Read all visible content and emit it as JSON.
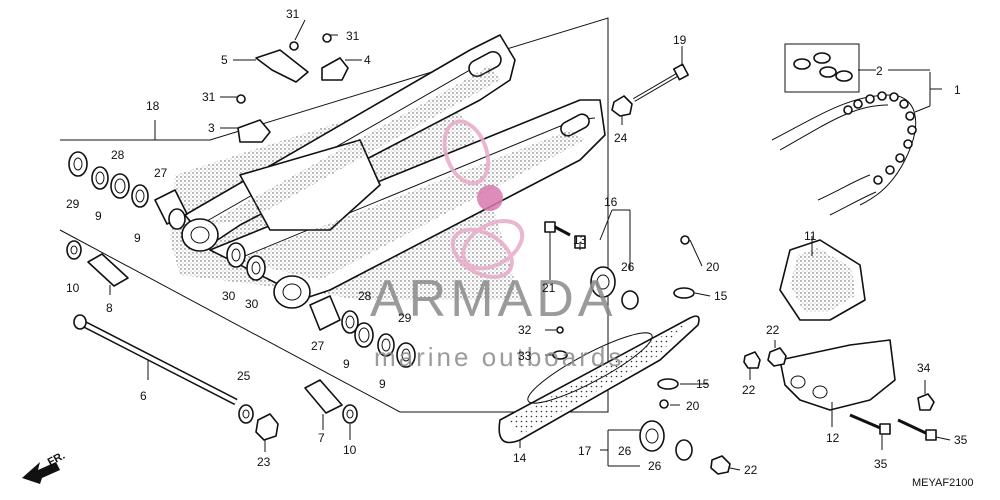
{
  "diagram": {
    "code": "MEYAF2100",
    "direction_label": "FR.",
    "watermark": {
      "brand": "ARMADA",
      "tagline": "marine outboards",
      "colors": {
        "pink": "#e8aac8",
        "deep_pink": "#d97ab0",
        "grey": "#8a8a8a"
      }
    },
    "callouts": [
      {
        "id": "c1",
        "num": "1"
      },
      {
        "id": "c2",
        "num": "2"
      },
      {
        "id": "c3",
        "num": "3"
      },
      {
        "id": "c4",
        "num": "4"
      },
      {
        "id": "c5",
        "num": "5"
      },
      {
        "id": "c6",
        "num": "6"
      },
      {
        "id": "c7",
        "num": "7"
      },
      {
        "id": "c8",
        "num": "8"
      },
      {
        "id": "c9a",
        "num": "9"
      },
      {
        "id": "c9b",
        "num": "9"
      },
      {
        "id": "c9c",
        "num": "9"
      },
      {
        "id": "c9d",
        "num": "9"
      },
      {
        "id": "c10a",
        "num": "10"
      },
      {
        "id": "c10b",
        "num": "10"
      },
      {
        "id": "c11",
        "num": "11"
      },
      {
        "id": "c12",
        "num": "12"
      },
      {
        "id": "c13",
        "num": "13"
      },
      {
        "id": "c14",
        "num": "14"
      },
      {
        "id": "c15a",
        "num": "15"
      },
      {
        "id": "c15b",
        "num": "15"
      },
      {
        "id": "c16",
        "num": "16"
      },
      {
        "id": "c17",
        "num": "17"
      },
      {
        "id": "c18",
        "num": "18"
      },
      {
        "id": "c19",
        "num": "19"
      },
      {
        "id": "c20a",
        "num": "20"
      },
      {
        "id": "c20b",
        "num": "20"
      },
      {
        "id": "c21",
        "num": "21"
      },
      {
        "id": "c22a",
        "num": "22"
      },
      {
        "id": "c22b",
        "num": "22"
      },
      {
        "id": "c22c",
        "num": "22"
      },
      {
        "id": "c23",
        "num": "23"
      },
      {
        "id": "c24",
        "num": "24"
      },
      {
        "id": "c25",
        "num": "25"
      },
      {
        "id": "c26a",
        "num": "26"
      },
      {
        "id": "c26b",
        "num": "26"
      },
      {
        "id": "c26c",
        "num": "26"
      },
      {
        "id": "c27a",
        "num": "27"
      },
      {
        "id": "c27b",
        "num": "27"
      },
      {
        "id": "c28a",
        "num": "28"
      },
      {
        "id": "c28b",
        "num": "28"
      },
      {
        "id": "c29a",
        "num": "29"
      },
      {
        "id": "c29b",
        "num": "29"
      },
      {
        "id": "c30a",
        "num": "30"
      },
      {
        "id": "c30b",
        "num": "30"
      },
      {
        "id": "c31a",
        "num": "31"
      },
      {
        "id": "c31b",
        "num": "31"
      },
      {
        "id": "c31c",
        "num": "31"
      },
      {
        "id": "c32",
        "num": "32"
      },
      {
        "id": "c33",
        "num": "33"
      },
      {
        "id": "c34",
        "num": "34"
      },
      {
        "id": "c35a",
        "num": "35"
      },
      {
        "id": "c35b",
        "num": "35"
      }
    ]
  }
}
